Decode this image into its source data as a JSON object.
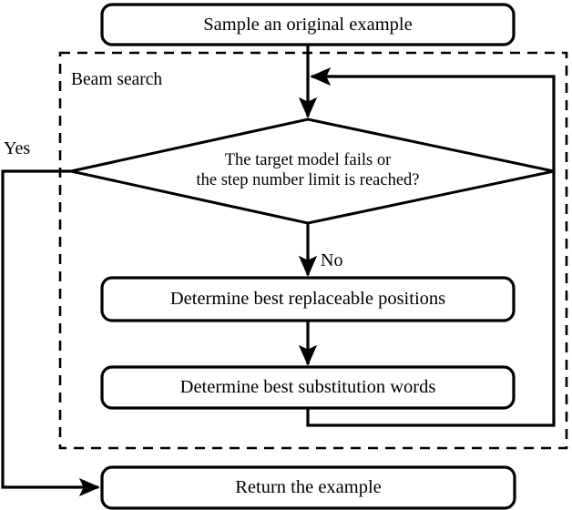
{
  "diagram": {
    "type": "flowchart",
    "title_label": "Beam search",
    "orientation": "top-to-bottom",
    "colors": {
      "stroke": "#000000",
      "fill": "#ffffff",
      "text": "#000000",
      "group_border": "#000000"
    },
    "nodes": [
      {
        "id": "sample",
        "shape": "rounded-rect",
        "label": "Sample an original example"
      },
      {
        "id": "condition",
        "shape": "diamond",
        "label": "The target model fails or\nthe step number limit is reached?"
      },
      {
        "id": "positions",
        "shape": "rounded-rect",
        "label": "Determine best replaceable positions"
      },
      {
        "id": "substitution",
        "shape": "rounded-rect",
        "label": "Determine best substitution words"
      },
      {
        "id": "return",
        "shape": "rounded-rect",
        "label": "Return the example"
      }
    ],
    "edges": [
      {
        "id": "e-sample-condition",
        "from": "sample",
        "to": "condition",
        "label": ""
      },
      {
        "id": "e-condition-yes",
        "from": "condition",
        "to": "return",
        "label": "Yes"
      },
      {
        "id": "e-condition-no",
        "from": "condition",
        "to": "positions",
        "label": "No"
      },
      {
        "id": "e-positions-substitution",
        "from": "positions",
        "to": "substitution",
        "label": ""
      },
      {
        "id": "e-loop-back",
        "from": "substitution",
        "to": "condition",
        "label": ""
      }
    ],
    "group": {
      "id": "beam-search-group",
      "label": "Beam search",
      "border_style": "dashed"
    }
  }
}
